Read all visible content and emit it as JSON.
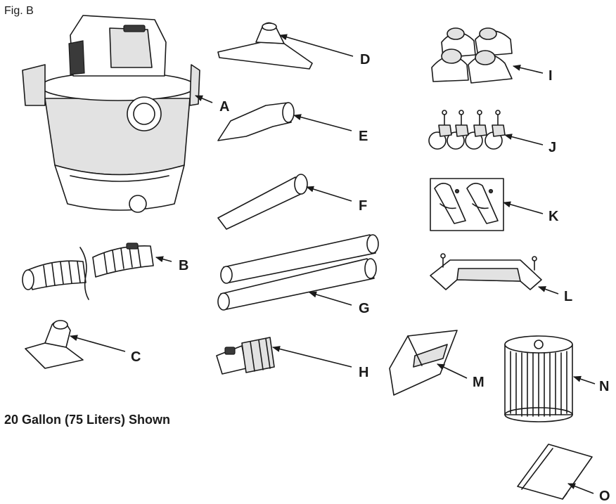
{
  "figure_label": "Fig. B",
  "caption": "20 Gallon (75 Liters) Shown",
  "parts": [
    {
      "id": "a",
      "letter": "A"
    },
    {
      "id": "b",
      "letter": "B"
    },
    {
      "id": "c",
      "letter": "C"
    },
    {
      "id": "d",
      "letter": "D"
    },
    {
      "id": "e",
      "letter": "E"
    },
    {
      "id": "f",
      "letter": "F"
    },
    {
      "id": "g",
      "letter": "G"
    },
    {
      "id": "h",
      "letter": "H"
    },
    {
      "id": "i",
      "letter": "I"
    },
    {
      "id": "j",
      "letter": "J"
    },
    {
      "id": "k",
      "letter": "K"
    },
    {
      "id": "l",
      "letter": "L"
    },
    {
      "id": "m",
      "letter": "M"
    },
    {
      "id": "n",
      "letter": "N"
    },
    {
      "id": "o",
      "letter": "O"
    }
  ]
}
